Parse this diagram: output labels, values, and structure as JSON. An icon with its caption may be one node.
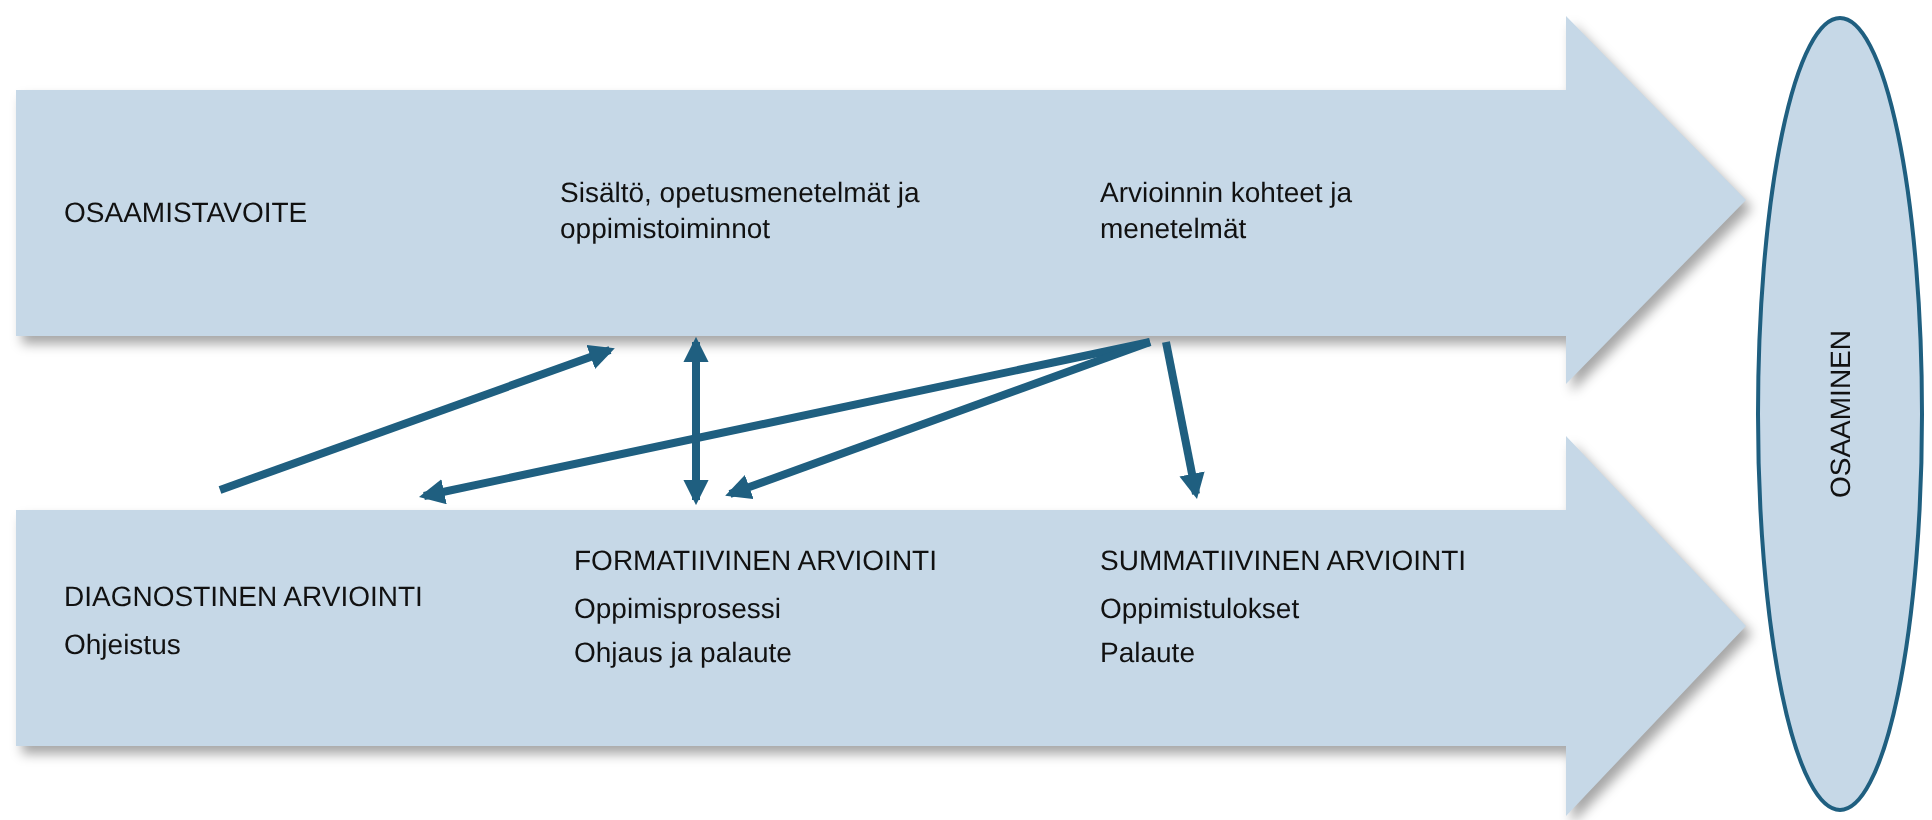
{
  "diagram": {
    "nodes": [
      {
        "text": [],
        "shape": "arrow"
      },
      {
        "text": [
          "OSAAMISTAVOITE"
        ],
        "in": 0
      },
      {
        "text": [
          "Sisältö, opetusmenetelmät ja oppimistoiminnot"
        ],
        "in": 0
      },
      {
        "text": [
          "Arvioinnin kohteet ja menetelmät"
        ],
        "in": 0
      },
      {
        "text": [],
        "shape": "arrow"
      },
      {
        "text": [
          "DIAGNOSTINEN ARVIOINTI",
          "Ohjeistus"
        ],
        "in": 4
      },
      {
        "text": [
          "FORMATIIVINEN ARVIOINTI",
          "Oppimisprosessi",
          "Ohjaus ja palaute"
        ],
        "in": 4
      },
      {
        "text": [
          "SUMMATIIVINEN ARVIOINTI",
          "Oppimistulokset",
          "Palaute"
        ],
        "in": 4
      },
      {
        "text": [
          "OSAAMINEN"
        ]
      }
    ],
    "edges": [
      {
        "from": 5,
        "to": 2,
        "arrow": "to"
      },
      {
        "from": 2,
        "to": 6,
        "arrow": "both"
      },
      {
        "from": 3,
        "to": 5,
        "arrow": "to"
      },
      {
        "from": 3,
        "to": 6,
        "arrow": "to"
      },
      {
        "from": 3,
        "to": 7,
        "arrow": "to"
      }
    ]
  }
}
